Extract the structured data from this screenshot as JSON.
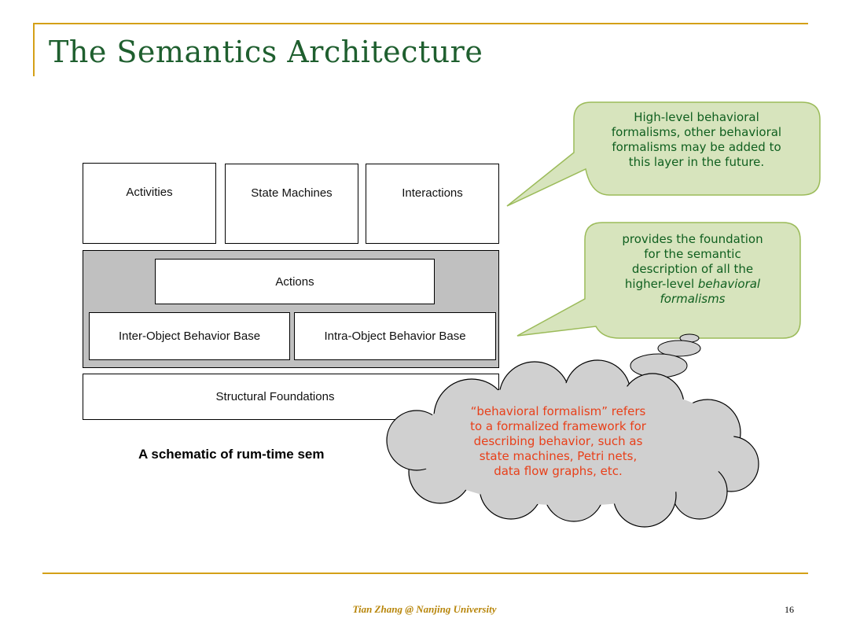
{
  "slide": {
    "title": "The Semantics Architecture",
    "footer": "Tian Zhang @ Nanjing University",
    "page_number": "16"
  },
  "diagram": {
    "top_row": [
      "Activities",
      "State Machines",
      "Interactions"
    ],
    "actions": "Actions",
    "inter_object": "Inter-Object Behavior Base",
    "intra_object": "Intra-Object Behavior Base",
    "structural": "Structural Foundations",
    "caption": "A schematic of rum-time sem"
  },
  "callouts": {
    "high_level": {
      "lines": [
        "High-level behavioral",
        "formalisms, other behavioral",
        "formalisms may be added to",
        "this layer in the future."
      ]
    },
    "foundation": {
      "line1": "provides the foundation",
      "line2": "for the semantic",
      "line3": "description of all the",
      "line4": "higher-level",
      "line4_italic": "behavioral",
      "line5_italic": "formalisms"
    },
    "cloud": {
      "lines": [
        "“behavioral formalism” refers",
        "to a formalized framework for",
        "describing behavior, such as",
        "state machines, Petri nets,",
        "data flow graphs, etc."
      ]
    }
  },
  "colors": {
    "title": "#1f5f2f",
    "accent_rule": "#d4a017",
    "callout_fill": "#d7e4bd",
    "callout_border": "#9bbb59",
    "callout_text": "#0f5f1f",
    "cloud_fill": "#d0d0d0",
    "cloud_text": "#e8401a",
    "layer_grey": "#c0c0c0"
  }
}
